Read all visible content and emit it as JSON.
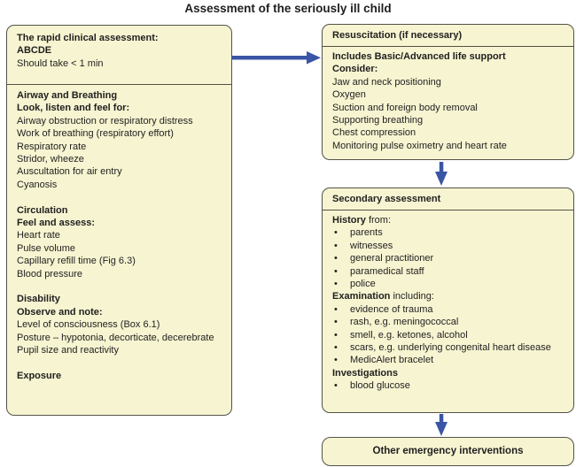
{
  "title": "Assessment of the seriously ill child",
  "bullet_char": "•",
  "colors": {
    "box_fill": "#f7f4d1",
    "box_border": "#52524a",
    "arrow": "#3b55a5",
    "text": "#1f1f1f",
    "page_bg": "#ffffff"
  },
  "icons": {
    "flow_right": "arrow-right-icon",
    "flow_down": "arrow-down-icon"
  },
  "rapid": {
    "header": {
      "line1": "The rapid clinical assessment:",
      "line2": "ABCDE",
      "line3": "Should take < 1 min"
    },
    "airway": {
      "title": "Airway and Breathing",
      "subtitle": "Look, listen and feel for:",
      "items": [
        "Airway obstruction or respiratory distress",
        "Work of breathing (respiratory effort)",
        "Respiratory rate",
        "Stridor, wheeze",
        "Auscultation for air entry",
        "Cyanosis"
      ]
    },
    "circulation": {
      "title": "Circulation",
      "subtitle": "Feel and assess:",
      "items": [
        "Heart rate",
        "Pulse volume",
        "Capillary refill time (Fig 6.3)",
        "Blood pressure"
      ]
    },
    "disability": {
      "title": "Disability",
      "subtitle": "Observe and note:",
      "items": [
        "Level of consciousness (Box 6.1)",
        "Posture – hypotonia, decorticate, decerebrate",
        "Pupil size and reactivity"
      ]
    },
    "exposure": {
      "title": "Exposure"
    }
  },
  "resuscitation": {
    "title": "Resuscitation (if necessary)",
    "subtitle1": "Includes Basic/Advanced life support",
    "subtitle2": "Consider:",
    "items": [
      "Jaw and neck positioning",
      "Oxygen",
      "Suction and foreign body removal",
      "Supporting breathing",
      "Chest compression",
      "Monitoring pulse oximetry and heart rate"
    ]
  },
  "secondary": {
    "title": "Secondary assessment",
    "history_label": "History",
    "history_rest": " from:",
    "history_items": [
      "parents",
      "witnesses",
      "general practitioner",
      "paramedical staff",
      "police"
    ],
    "examination_label": "Examination",
    "examination_rest": " including:",
    "examination_items": [
      "evidence of trauma",
      "rash, e.g. meningococcal",
      "smell, e.g. ketones, alcohol",
      "scars, e.g. underlying congenital heart disease",
      "MedicAlert bracelet"
    ],
    "investigations_label": "Investigations",
    "investigations_items": [
      "blood glucose"
    ]
  },
  "other": {
    "title": "Other emergency interventions"
  }
}
